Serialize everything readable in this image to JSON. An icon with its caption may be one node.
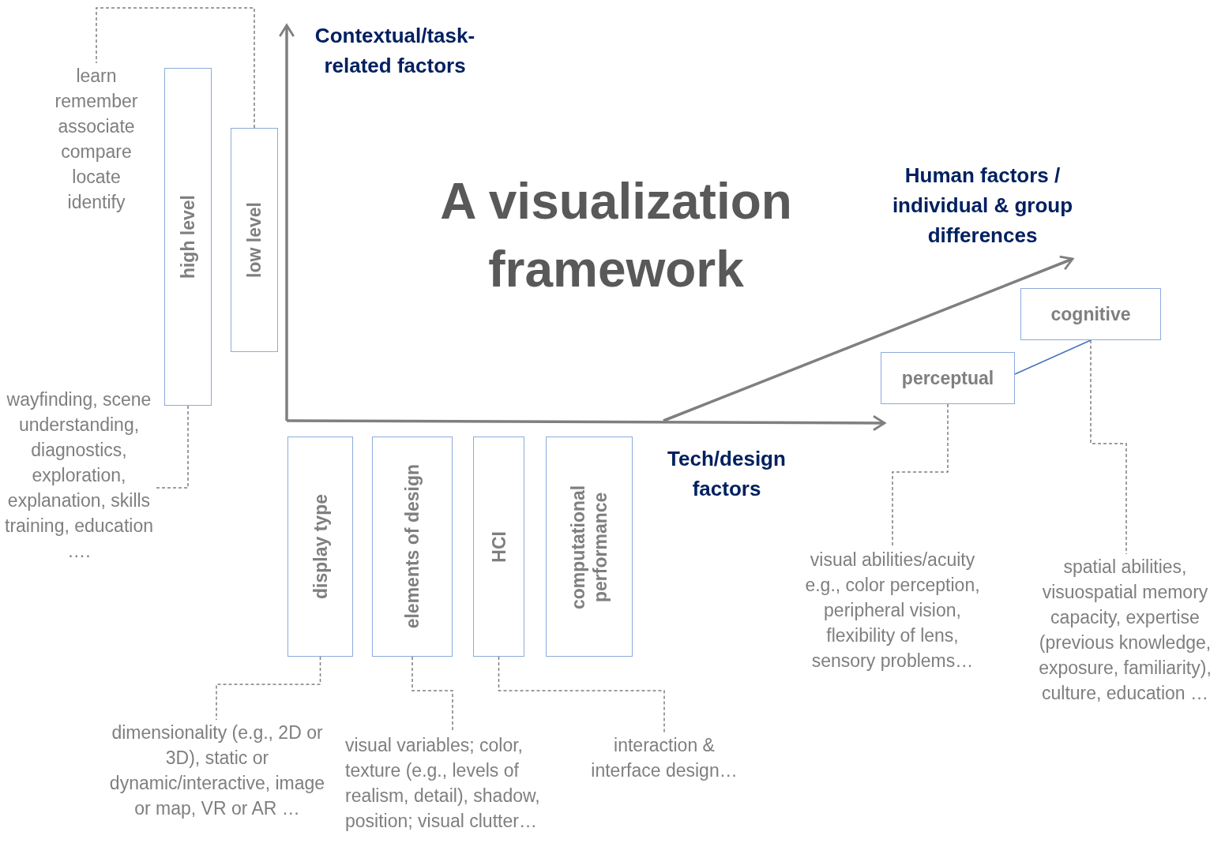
{
  "diagram": {
    "title": "A visualization framework",
    "nodes": [
      {
        "text": [
          "learn remember associate compare locate identify"
        ]
      },
      {
        "text": [
          "high level"
        ]
      },
      {
        "text": [
          "low level"
        ]
      },
      {
        "text": [
          "wayfinding, scene understanding, diagnostics, exploration, explanation, skills training, education …."
        ]
      },
      {
        "text": [
          "display type"
        ]
      },
      {
        "text": [
          "elements of design"
        ]
      },
      {
        "text": [
          "HCI"
        ]
      },
      {
        "text": [
          "computational performance"
        ]
      },
      {
        "text": [
          "dimensionality (e.g., 2D or 3D), static or dynamic/interactive, image  or map, VR or AR …"
        ]
      },
      {
        "text": [
          "visual variables; color, texture (e.g., levels of realism, detail), shadow, position; visual clutter…"
        ]
      },
      {
        "text": [
          "interaction & interface design…"
        ]
      },
      {
        "text": [
          "perceptual"
        ]
      },
      {
        "text": [
          "cognitive"
        ]
      },
      {
        "text": [
          "visual abilities/acuity e.g., color perception, peripheral vision, flexibility of lens, sensory problems…"
        ]
      },
      {
        "text": [
          "spatial abilities, visuospatial memory capacity, expertise (previous knowledge, exposure, familiarity), culture, education …"
        ]
      }
    ],
    "edges": [
      {
        "from": 2,
        "to": 0,
        "arrow": "none",
        "style": "dashed"
      },
      {
        "from": 1,
        "to": 3,
        "arrow": "none",
        "style": "dashed"
      },
      {
        "from": 4,
        "to": 8,
        "arrow": "none",
        "style": "dashed"
      },
      {
        "from": 5,
        "to": 9,
        "arrow": "none",
        "style": "dashed"
      },
      {
        "from": 6,
        "to": 10,
        "arrow": "none",
        "style": "dashed"
      },
      {
        "from": 11,
        "to": 13,
        "arrow": "none",
        "style": "dashed"
      },
      {
        "from": 12,
        "to": 14,
        "arrow": "none",
        "style": "dashed"
      },
      {
        "from": 11,
        "to": 12,
        "arrow": "none",
        "color": "#4472c4"
      }
    ],
    "labels": [
      "Contextual/task-related factors",
      "Human factors / individual & group differences",
      "Tech/design factors"
    ]
  }
}
